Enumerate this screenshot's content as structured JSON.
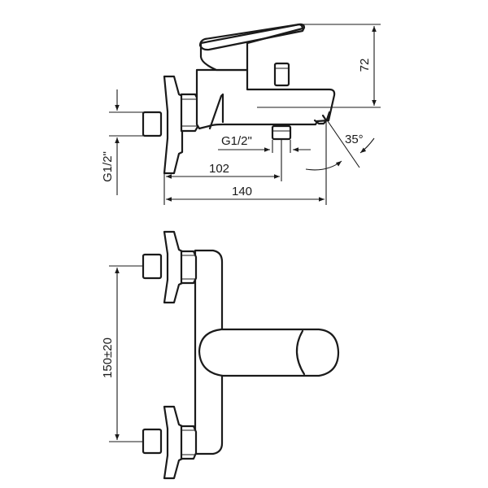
{
  "dimensions": {
    "height_72": "72",
    "thread_g12_top": "G1/2\"",
    "angle_35": "35°",
    "length_102": "102",
    "length_140": "140",
    "thread_g12_left": "G1/2\"",
    "spacing_150": "150±20"
  }
}
